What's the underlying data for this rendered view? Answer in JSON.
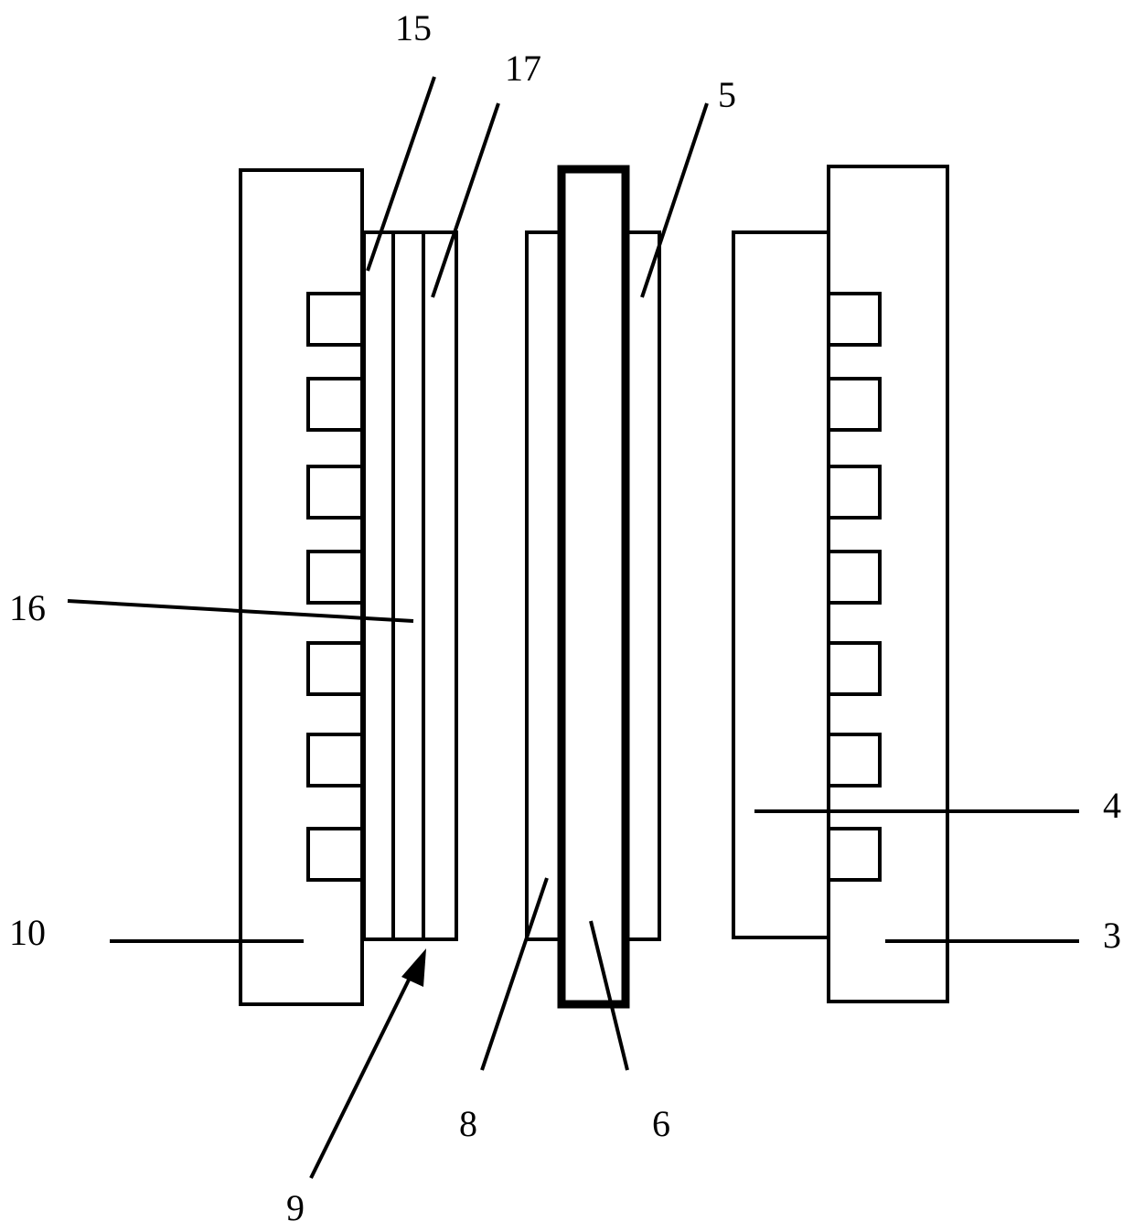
{
  "labels": {
    "l15": "15",
    "l17": "17",
    "l5": "5",
    "l16": "16",
    "l4": "4",
    "l10": "10",
    "l3": "3",
    "l8": "8",
    "l6": "6",
    "l9": "9"
  },
  "colors": {
    "stroke": "#000000",
    "background": "#ffffff"
  }
}
